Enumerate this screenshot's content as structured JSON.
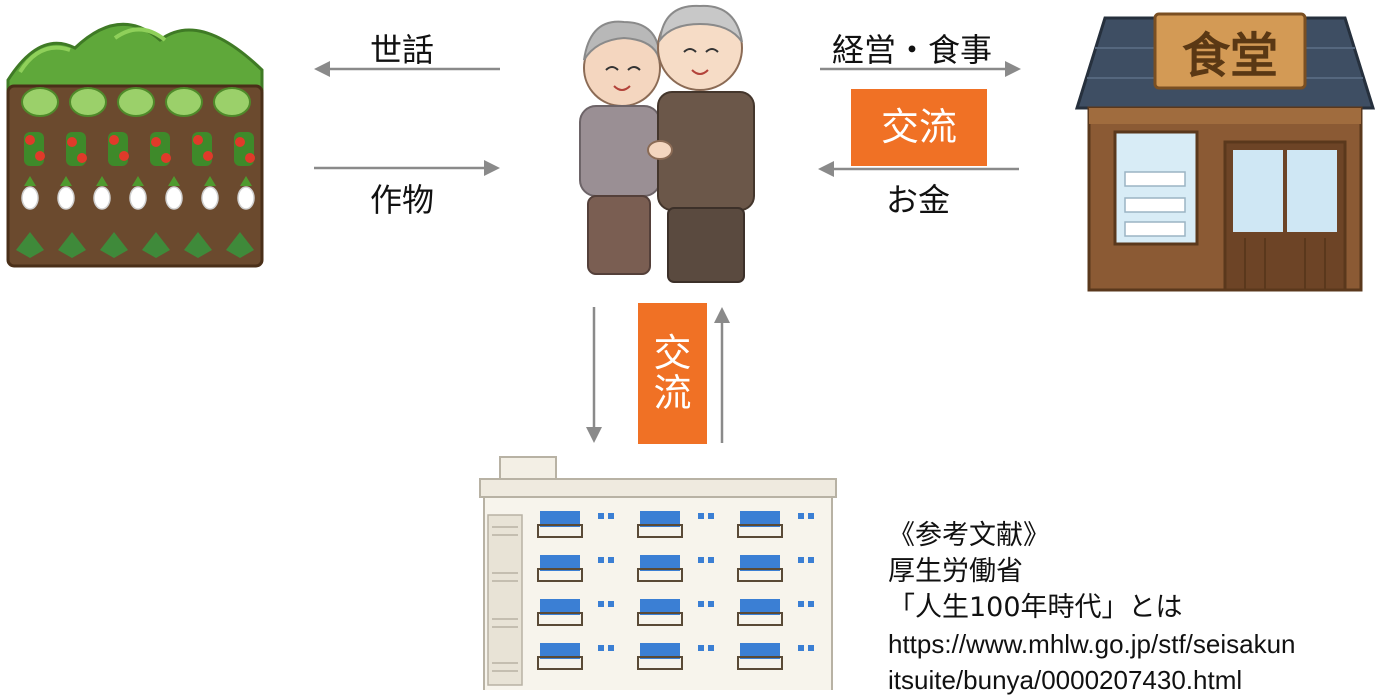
{
  "labels": {
    "care": "世話",
    "crops": "作物",
    "management_meals": "経営・食事",
    "money": "お金"
  },
  "badges": {
    "exchange_right": "交流",
    "exchange_vertical_1": "交",
    "exchange_vertical_2": "流"
  },
  "shop_sign": "食堂",
  "references": {
    "heading": "《参考文献》",
    "org": "厚生労働省",
    "title": "「人生100年時代」とは",
    "url_line1": "https://www.mhlw.go.jp/stf/seisakun",
    "url_line2": "itsuite/bunya/0000207430.html"
  },
  "colors": {
    "badge": "#f07125",
    "arrow": "#8a8a8a"
  }
}
